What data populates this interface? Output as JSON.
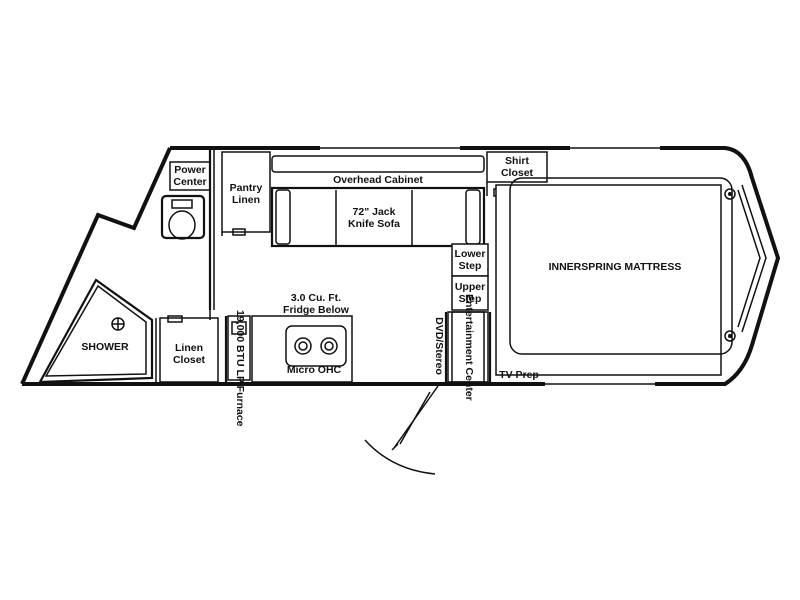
{
  "rooms": {
    "power_center": "Power\nCenter",
    "pantry_linen": "Pantry\nLinen",
    "overhead_cabinet": "Overhead Cabinet",
    "shirt_closet": "Shirt\nCloset",
    "sofa": "72\" Jack\nKnife Sofa",
    "lower_step": "Lower\nStep",
    "upper_step": "Upper\nStep",
    "mattress": "INNERSPRING MATTRESS",
    "fridge": "3.0 Cu. Ft.\nFridge Below",
    "shower": "SHOWER",
    "linen_closet": "Linen\nCloset",
    "furnace": "19,000 BTU\nLP Furnace",
    "micro_ohc": "Micro OHC",
    "dvd_stereo": "DVD/Stereo",
    "entertainment_center": "Entertainment\nCenter",
    "tv_prep": "TV Prep"
  }
}
